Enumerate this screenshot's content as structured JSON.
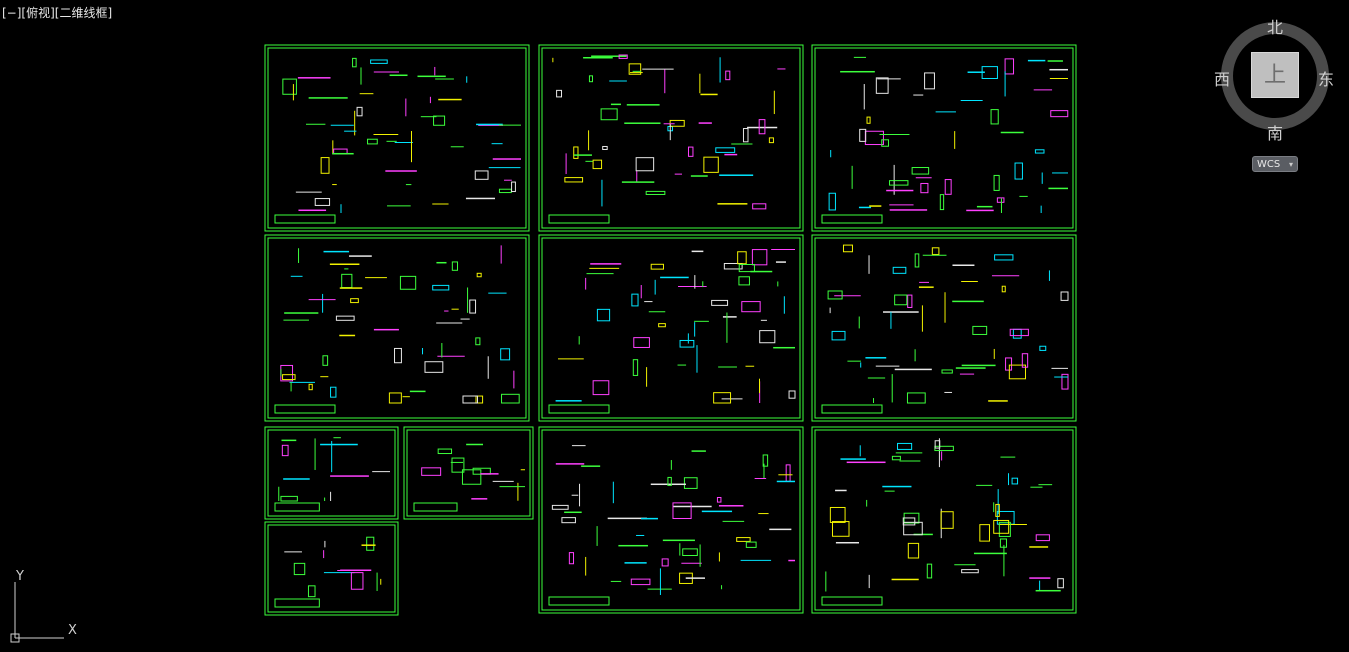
{
  "viewport": {
    "menu_control": "[−]",
    "view_mode": "[俯视]",
    "visual_style": "[二维线框]"
  },
  "viewcube": {
    "face": "上",
    "north": "北",
    "south": "南",
    "east": "东",
    "west": "西",
    "coordinate_system": "WCS"
  },
  "ucs_icon": {
    "y_label": "Y",
    "x_label": "X"
  },
  "colors": {
    "background": "#000000",
    "sheet_border": "#3cff3c",
    "line_cyan": "#00e5ff",
    "line_yellow": "#f2f200",
    "line_magenta": "#ff40ff",
    "line_white": "#e8e8e8"
  },
  "icons": [
    "compass-ring-icon",
    "ucs-axis-icon",
    "chevron-down-icon"
  ]
}
